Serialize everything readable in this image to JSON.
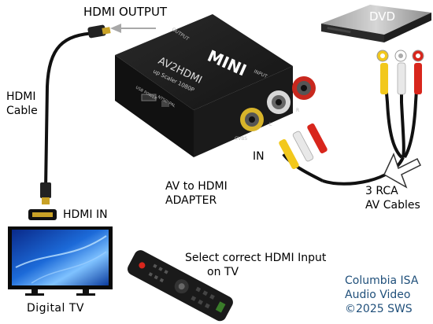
{
  "labels": {
    "hdmi_output": "HDMI OUTPUT",
    "dvd": "DVD",
    "hdmi_cable_line1": "HDMI",
    "hdmi_cable_line2": "Cable",
    "in": "IN",
    "adapter_line1": "AV to HDMI",
    "adapter_line2": "ADAPTER",
    "rca_line1": "3 RCA",
    "rca_line2": "AV Cables",
    "hdmi_in": "HDMI IN",
    "select_line1": "Select correct HDMI Input",
    "select_line2": "on TV",
    "digital_tv": "Digital TV",
    "credit_line1": "Columbia ISA",
    "credit_line2": "Audio Video",
    "credit_line3": "©2025 SWS"
  },
  "device_text": {
    "brand": "MINI",
    "model": "AV2HDMI",
    "subtitle": "up Scaler 1080P",
    "output": "OUTPUT",
    "input": "INPUT",
    "usb_power": "USB POWER",
    "l": "L",
    "r": "R",
    "cvbs": "CVBS",
    "ntsc": "NTSC",
    "pal": "PAL"
  },
  "colors": {
    "rca_yellow": "#f2c81c",
    "rca_white": "#e8e8e8",
    "rca_red": "#d8261c",
    "credit_text": "#1f4f7a",
    "adapter_body": "#1c1c1c",
    "cable": "#111111"
  }
}
